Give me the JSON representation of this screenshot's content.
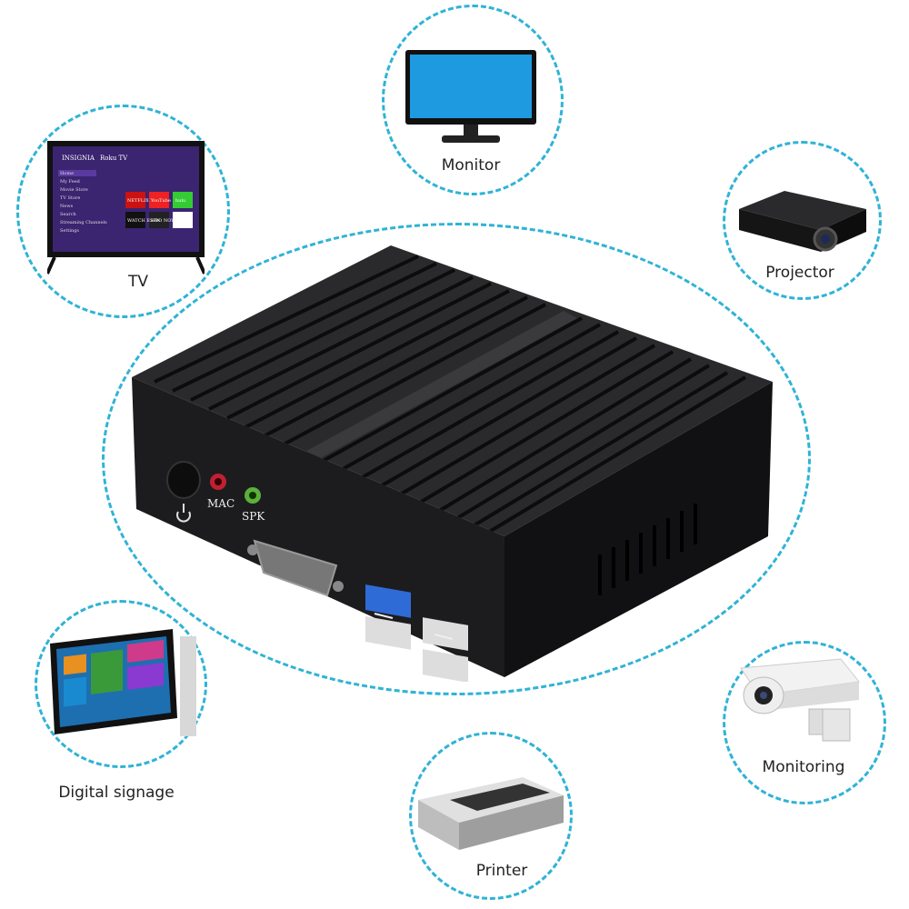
{
  "devices": [
    {
      "id": "tv",
      "label": "TV",
      "icon": "tv-icon"
    },
    {
      "id": "monitor",
      "label": "Monitor",
      "icon": "monitor-icon"
    },
    {
      "id": "projector",
      "label": "Projector",
      "icon": "projector-icon"
    },
    {
      "id": "digital_signage",
      "label": "Digital signage",
      "icon": "digital-signage-icon"
    },
    {
      "id": "printer",
      "label": "Printer",
      "icon": "printer-icon"
    },
    {
      "id": "monitoring",
      "label": "Monitoring",
      "icon": "security-camera-icon"
    }
  ],
  "mini_pc": {
    "ports": {
      "mic": "MAC",
      "speaker": "SPK"
    },
    "icons": [
      "power-icon",
      "serial-port-icon",
      "usb-icon"
    ]
  },
  "tv_screen": {
    "brand": "INSIGNIA",
    "platform": "Roku TV",
    "menu": [
      "Home",
      "My Feed",
      "Movie Store",
      "TV Store",
      "News",
      "Search",
      "Streaming Channels",
      "Settings"
    ],
    "apps": [
      "NETFLIX",
      "YouTube",
      "hulu",
      "WATCH ESPN",
      "HBO NOW"
    ]
  },
  "colors": {
    "accent": "#2fb3d6",
    "device_body": "#1c1c1e"
  }
}
